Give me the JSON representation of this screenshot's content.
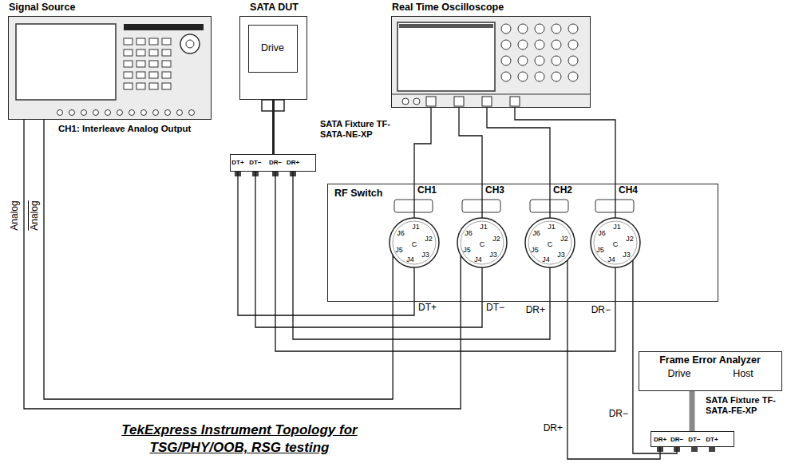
{
  "diagram": {
    "caption": "TekExpress Instrument Topology for TSG/PHY/OOB, RSG testing",
    "nodes": [
      {
        "text": [
          "Signal Source",
          "CH1: Interleave Analog Output"
        ]
      },
      {
        "text": [
          "SATA DUT"
        ]
      },
      {
        "text": [
          "Drive"
        ],
        "in": 1
      },
      {
        "text": [
          "SATA Fixture TF-SATA-NE-XP"
        ]
      },
      {
        "text": [
          "Real Time Oscilloscope"
        ]
      },
      {
        "text": [
          "RF Switch"
        ]
      },
      {
        "text": [
          "J1",
          "J6",
          "J2",
          "C",
          "J5",
          "J3",
          "J4"
        ],
        "in": 5
      },
      {
        "text": [
          "J1",
          "J6",
          "J2",
          "C",
          "J5",
          "J3",
          "J4"
        ],
        "in": 5
      },
      {
        "text": [
          "J1",
          "J6",
          "J2",
          "C",
          "J5",
          "J3",
          "J4"
        ],
        "in": 5
      },
      {
        "text": [
          "J1",
          "J6",
          "J2",
          "C",
          "J5",
          "J3",
          "J4"
        ],
        "in": 5
      },
      {
        "text": [
          "Frame Error Analyzer",
          "Drive",
          "Host"
        ]
      },
      {
        "text": [
          "SATA Fixture TF-SATA-FE-XP"
        ]
      }
    ],
    "edges": [
      {
        "from": 1,
        "to": 3,
        "arrow": "none"
      },
      {
        "from": 4,
        "to": 6,
        "arrow": "none"
      },
      {
        "from": 4,
        "to": 7,
        "arrow": "none"
      },
      {
        "from": 4,
        "to": 8,
        "arrow": "none"
      },
      {
        "from": 4,
        "to": 9,
        "arrow": "none"
      },
      {
        "from": 3,
        "to": 6,
        "arrow": "none"
      },
      {
        "from": 3,
        "to": 7,
        "arrow": "none"
      },
      {
        "from": 3,
        "to": 8,
        "arrow": "none"
      },
      {
        "from": 3,
        "to": 9,
        "arrow": "none"
      },
      {
        "from": 0,
        "to": 7,
        "arrow": "none"
      },
      {
        "from": 0,
        "to": 6,
        "arrow": "none"
      },
      {
        "from": 11,
        "to": 8,
        "arrow": "none"
      },
      {
        "from": 11,
        "to": 9,
        "arrow": "none"
      },
      {
        "from": 10,
        "to": 11,
        "arrow": "none"
      }
    ],
    "labels": [
      "CH1",
      "CH3",
      "CH2",
      "CH4",
      "DT+",
      "DT−",
      "DR−",
      "DR+",
      "DT+",
      "DT−",
      "DR+",
      "DR−",
      "DR+",
      "DR−",
      "DR+",
      "DR−",
      "DT−",
      "DT+",
      "Analog",
      "Analog"
    ]
  }
}
